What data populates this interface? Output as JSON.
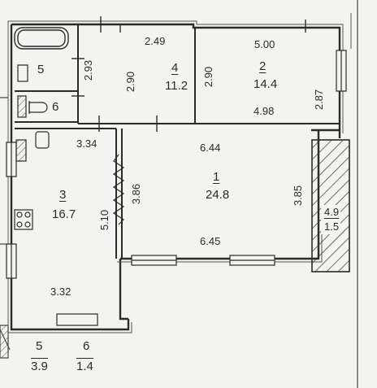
{
  "rooms": [
    {
      "id": "1",
      "num": "1",
      "area": "24.8",
      "dims": {
        "top": "6.44",
        "bottom": "6.45",
        "left": "3.86",
        "right": "3.85"
      }
    },
    {
      "id": "2",
      "num": "2",
      "area": "14.4",
      "dims": {
        "top": "5.00",
        "bottom": "4.98",
        "left": "2.90",
        "right": "2.87"
      }
    },
    {
      "id": "3",
      "num": "3",
      "area": "16.7",
      "dims": {
        "top": "3.34",
        "bottom": "3.32",
        "right": "5.10"
      }
    },
    {
      "id": "4",
      "num": "4",
      "area": "11.2",
      "dims": {
        "top": "2.49",
        "left": "2.90"
      }
    },
    {
      "id": "5",
      "num": "5"
    },
    {
      "id": "6",
      "num": "6"
    }
  ],
  "corridor_dim": "2.93",
  "balcony": {
    "label_top": "4.9",
    "label_bottom": "1.5"
  },
  "legend": [
    {
      "num": "5",
      "area": "3.9"
    },
    {
      "num": "6",
      "area": "1.4"
    }
  ]
}
